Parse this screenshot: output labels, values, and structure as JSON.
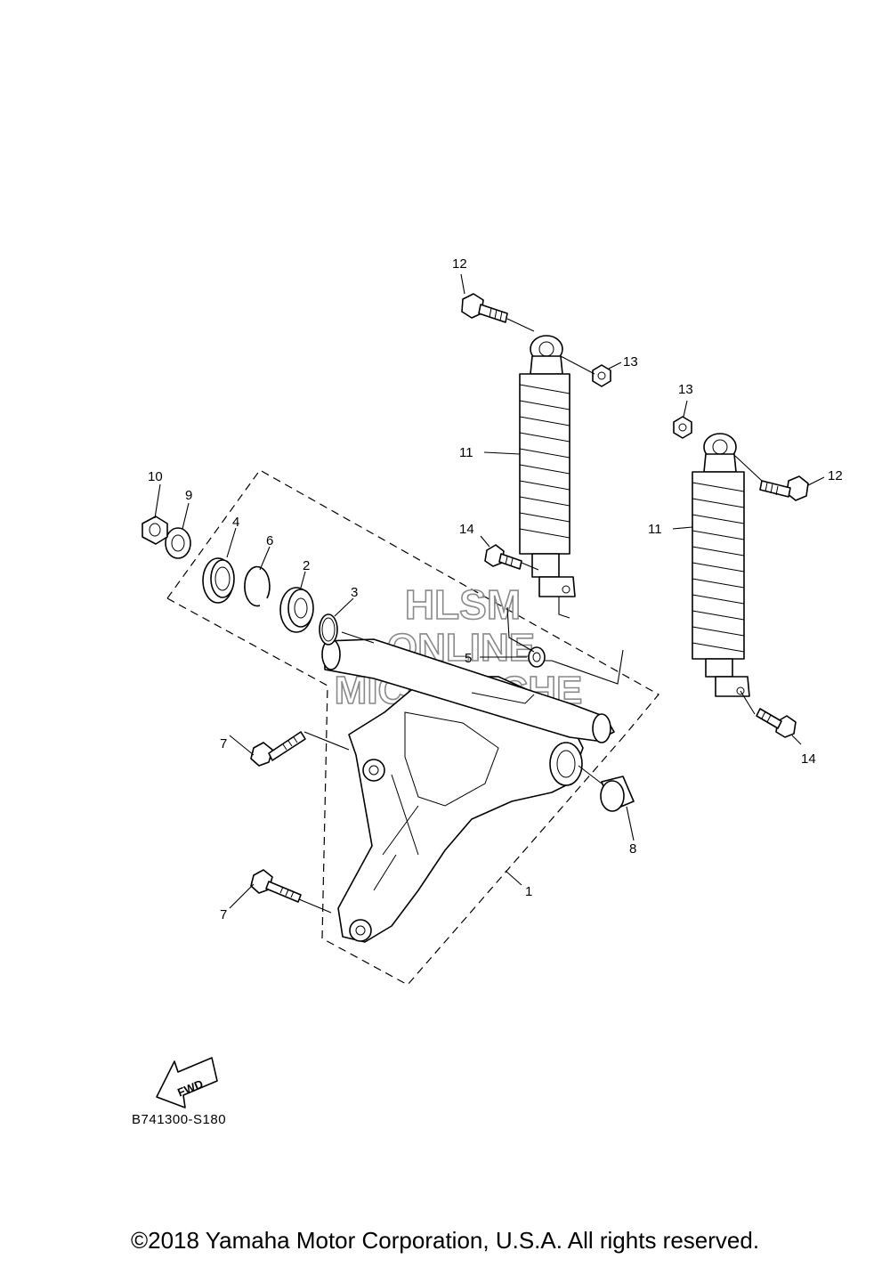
{
  "callouts": [
    {
      "id": "c1",
      "text": "1"
    },
    {
      "id": "c2",
      "text": "2"
    },
    {
      "id": "c3",
      "text": "3"
    },
    {
      "id": "c4",
      "text": "4"
    },
    {
      "id": "c5",
      "text": "5"
    },
    {
      "id": "c6",
      "text": "6"
    },
    {
      "id": "c7a",
      "text": "7"
    },
    {
      "id": "c7b",
      "text": "7"
    },
    {
      "id": "c8",
      "text": "8"
    },
    {
      "id": "c9",
      "text": "9"
    },
    {
      "id": "c10",
      "text": "10"
    },
    {
      "id": "c11a",
      "text": "11"
    },
    {
      "id": "c11b",
      "text": "11"
    },
    {
      "id": "c12a",
      "text": "12"
    },
    {
      "id": "c12b",
      "text": "12"
    },
    {
      "id": "c13a",
      "text": "13"
    },
    {
      "id": "c13b",
      "text": "13"
    },
    {
      "id": "c14a",
      "text": "14"
    },
    {
      "id": "c14b",
      "text": "14"
    }
  ],
  "watermark": {
    "line1": "HLSM",
    "line2": "ONLINE",
    "line3": "MICROFICHE"
  },
  "fwd_label": "FWD",
  "diagram_code": "B741300-S180",
  "copyright": "©2018 Yamaha Motor Corporation, U.S.A. All rights reserved."
}
